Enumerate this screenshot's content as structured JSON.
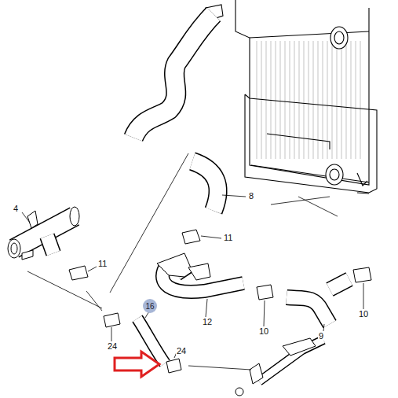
{
  "diagram": {
    "nodes": [
      {
        "text": [
          "16"
        ]
      }
    ],
    "labels": [
      "8",
      "4",
      "11",
      "11",
      "10",
      "12",
      "10",
      "9",
      "24",
      "24"
    ]
  }
}
